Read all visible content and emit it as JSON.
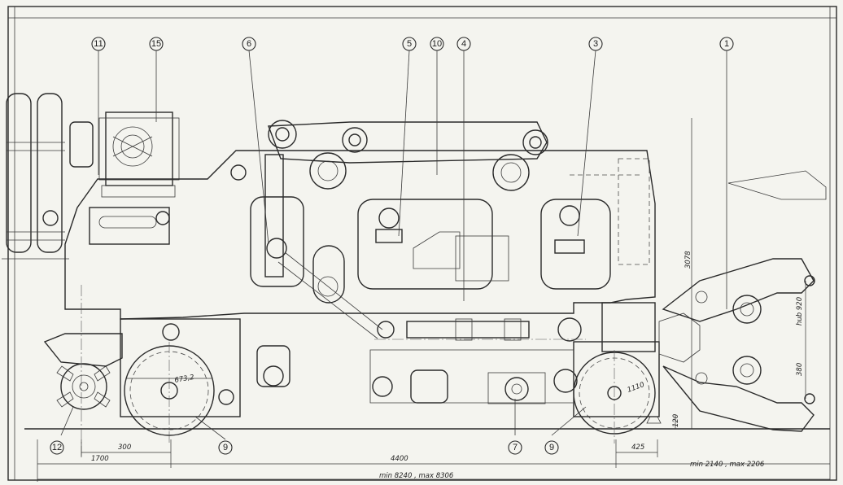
{
  "drawing": {
    "callouts": [
      "11",
      "15",
      "6",
      "5",
      "10",
      "4",
      "3",
      "1",
      "12",
      "9",
      "7",
      "9"
    ],
    "dimensions": {
      "d1700": "1700",
      "d300": "300",
      "d4400": "4400",
      "d425": "425",
      "dmin_max_2140": "min 2140 , max 2206",
      "dmin_max_8240": "min 8240 , max 8306",
      "d3078": "3078",
      "d920": "hub 920",
      "d380": "380",
      "d120": "120",
      "d673": "673,2",
      "d1110": "1110"
    }
  }
}
